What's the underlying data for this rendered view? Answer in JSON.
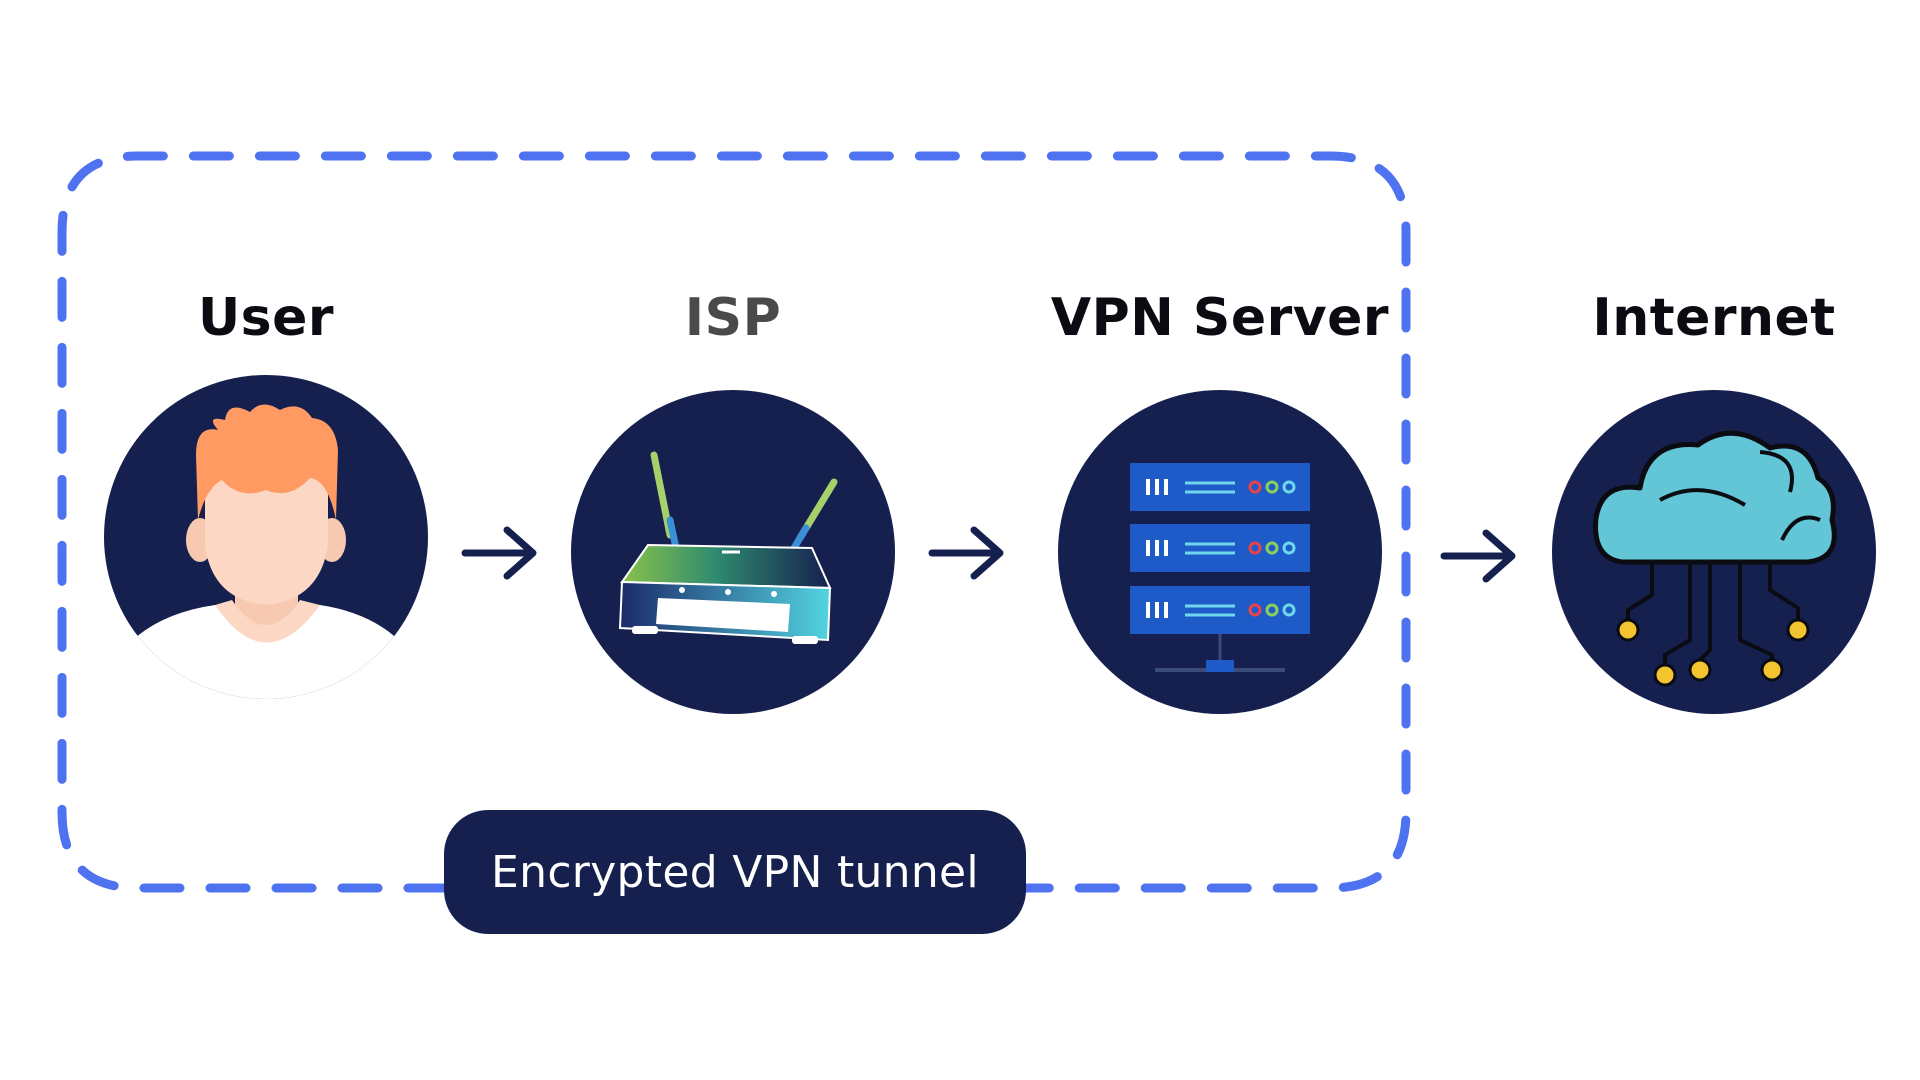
{
  "diagram": {
    "nodes": [
      {
        "id": "user",
        "label": "User",
        "icon": "user-avatar-icon"
      },
      {
        "id": "isp",
        "label": "ISP",
        "icon": "router-icon"
      },
      {
        "id": "vpn",
        "label": "VPN Server",
        "icon": "server-rack-icon"
      },
      {
        "id": "internet",
        "label": "Internet",
        "icon": "cloud-network-icon"
      }
    ],
    "edges": [
      {
        "from": "user",
        "to": "isp"
      },
      {
        "from": "isp",
        "to": "vpn"
      },
      {
        "from": "vpn",
        "to": "internet"
      }
    ],
    "tunnel": {
      "label": "Encrypted VPN tunnel",
      "spans": [
        "user",
        "isp",
        "vpn"
      ]
    }
  },
  "colors": {
    "circle": "#15204f",
    "arrow": "#15204f",
    "dashed_border": "#4f72f0",
    "label_dark": "#0b0b12",
    "label_muted": "#4a4a4a",
    "server_unit": "#1e5bc9",
    "cloud": "#63c6d6",
    "circuit_node": "#f2c530"
  }
}
